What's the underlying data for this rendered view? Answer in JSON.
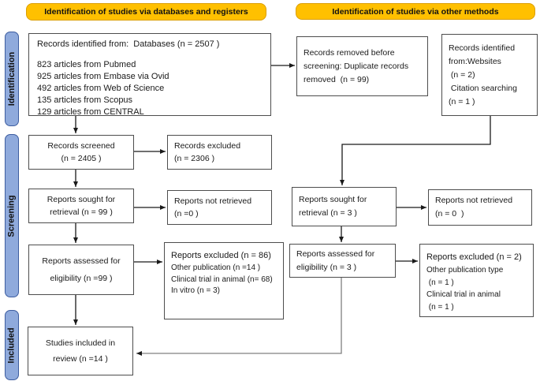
{
  "figure": {
    "kind": "PRISMA flow diagram"
  },
  "headers": {
    "left": "Identification of studies via databases and registers",
    "right": "Identification of studies via other methods"
  },
  "sidebars": {
    "identification": "Identification",
    "screening": "Screening",
    "included": "Included"
  },
  "boxes": {
    "db_identified": {
      "lines": [
        "Records identified from:  Databases (n = 2507 )",
        "823 articles from Pubmed",
        "925 articles from Embase via Ovid",
        "492 articles from Web of Science",
        "135 articles from Scopus",
        "129 articles from CENTRAL"
      ]
    },
    "records_screened": {
      "lines": [
        "Records screened",
        "(n = 2405 )"
      ]
    },
    "records_excluded": {
      "lines": [
        "Records excluded",
        "(n = 2306 )"
      ]
    },
    "reports_sought_db": {
      "lines": [
        "Reports sought for",
        "retrieval (n = 99 )"
      ]
    },
    "reports_not_retrieved_db": {
      "lines": [
        "Reports not retrieved",
        "(n =0 )"
      ]
    },
    "reports_assessed_db": {
      "lines": [
        "Reports assessed for",
        "eligibility (n =99 )"
      ]
    },
    "reports_excluded_db": {
      "title": "Reports excluded (n = 86)",
      "details": [
        "Other publication (n =14 )",
        "Clinical trial in animal (n= 68)",
        "In vitro (n = 3)"
      ]
    },
    "studies_included": {
      "lines": [
        "Studies included in",
        "review (n =14 )"
      ]
    },
    "records_removed": {
      "lines": [
        "Records removed before",
        "screening: Duplicate records",
        "removed  (n = 99)"
      ]
    },
    "other_identified": {
      "lines": [
        "Records identified",
        "from:Websites",
        " (n = 2)",
        " Citation searching",
        "(n = 1 )"
      ]
    },
    "reports_sought_other": {
      "lines": [
        "Reports sought for",
        "retrieval (n = 3 )"
      ]
    },
    "reports_not_retrieved_other": {
      "lines": [
        "Reports not retrieved",
        "(n = 0  )"
      ]
    },
    "reports_assessed_other": {
      "lines": [
        "Reports assessed for",
        "eligibility (n = 3 )"
      ]
    },
    "reports_excluded_other": {
      "title": "Reports excluded (n = 2)",
      "details": [
        "Other publication type",
        " (n = 1 )",
        "Clinical trial in animal",
        " (n = 1 )"
      ]
    }
  },
  "colors": {
    "header_bg": "#FFC000",
    "header_border": "#DB9E00",
    "sidebar_bg": "#8FAADC",
    "sidebar_border": "#3D5DA0",
    "box_border": "#4D4D4D",
    "arrow": "#1A1A1A",
    "elbow_gray": "#808080"
  }
}
